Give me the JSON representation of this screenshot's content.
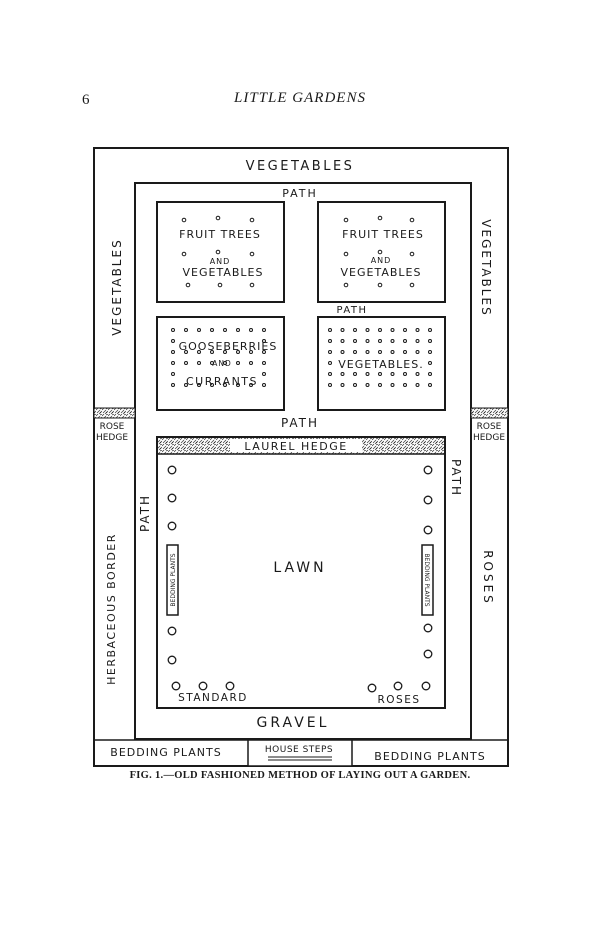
{
  "page": {
    "number": "6",
    "running_head": "LITTLE GARDENS"
  },
  "plan": {
    "top_vegetables": "VEGETABLES",
    "left_vegetables": "VEGETABLES",
    "right_vegetables": "VEGETABLES",
    "path_top": "PATH",
    "path_mid": "PATH",
    "path_center": "PATH",
    "path_left": "PATH",
    "path_right": "PATH",
    "bed_fruit_1": [
      "FRUIT TREES",
      "AND",
      "VEGETABLES"
    ],
    "bed_fruit_2": [
      "FRUIT TREES",
      "AND",
      "VEGETABLES"
    ],
    "bed_gooseberries": [
      "GOOSEBERRIES",
      "AND",
      "CURRANTS"
    ],
    "bed_vegetables": "VEGETABLES.",
    "rose_hedge_left": [
      "ROSE",
      "HEDGE"
    ],
    "rose_hedge_right": [
      "ROSE",
      "HEDGE"
    ],
    "laurel_hedge": "LAUREL HEDGE",
    "lawn": "LAWN",
    "bedding_plants_strip_left": "BEDDING PLANTS",
    "bedding_plants_strip_right": "BEDDING PLANTS",
    "standard": "STANDARD",
    "roses_label": "ROSES",
    "roses_side": "ROSES",
    "herbaceous_border": "HERBACEOUS BORDER",
    "gravel": "GRAVEL",
    "bedding_plants_bottom_left": "BEDDING PLANTS",
    "house_steps": "HOUSE STEPS",
    "bedding_plants_bottom_right": "BEDDING PLANTS"
  },
  "caption": "FIG. 1.—OLD FASHIONED METHOD OF LAYING OUT A GARDEN."
}
